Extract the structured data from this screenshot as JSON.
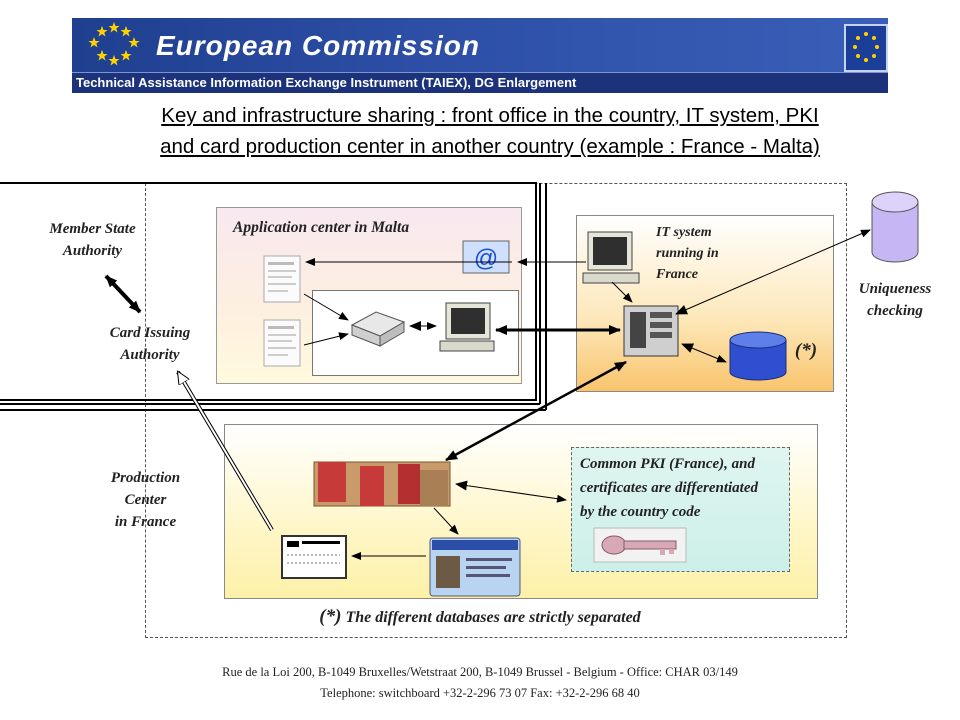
{
  "banner": {
    "title": "European Commission",
    "subtitle": "Technical Assistance Information Exchange Instrument (TAIEX), DG Enlargement"
  },
  "heading": {
    "line1": "Key and infrastructure sharing : front office in the country, IT system, PKI",
    "line2": "and card production center in another country (example : France - Malta)"
  },
  "labels": {
    "member_state_1": "Member State",
    "member_state_2": "Authority",
    "card_issuing_1": "Card Issuing",
    "card_issuing_2": "Authority",
    "production_1": "Production",
    "production_2": "Center",
    "production_3": "in France",
    "uniqueness_1": "Uniqueness",
    "uniqueness_2": "checking",
    "application_center": "Application center in Malta",
    "it_system_1": "IT system",
    "it_system_2": "running in",
    "it_system_3": "France",
    "db_mark": "(*)",
    "pki_1": "Common PKI (France), and",
    "pki_2": "certificates are differentiated",
    "pki_3": "by the country code",
    "note_mark": "(*)",
    "note_text": " The different databases are strictly separated",
    "email_glyph": "@"
  },
  "footer": {
    "line1": "Rue de la Loi 200, B-1049 Bruxelles/Wetstraat 200, B-1049 Brussel - Belgium - Office: CHAR 03/149",
    "line2": "Telephone: switchboard +32-2-296 73 07 Fax: +32-2-296 68 40"
  },
  "colors": {
    "banner_blue": "#1f3f8f",
    "app_box": "#fdf0df",
    "it_box": "#fbd38a",
    "prod_box": "#fff6c8",
    "pki_box": "#ccf0e8",
    "database_blue": "#3a55c8"
  },
  "icons": [
    "eu-stars-icon",
    "eu-flag-icon",
    "document-icon",
    "email-icon",
    "scanner-icon",
    "computer-icon",
    "server-icon",
    "database-icon",
    "card-production-machine-icon",
    "id-card-icon",
    "card-envelope-icon",
    "key-icon"
  ]
}
